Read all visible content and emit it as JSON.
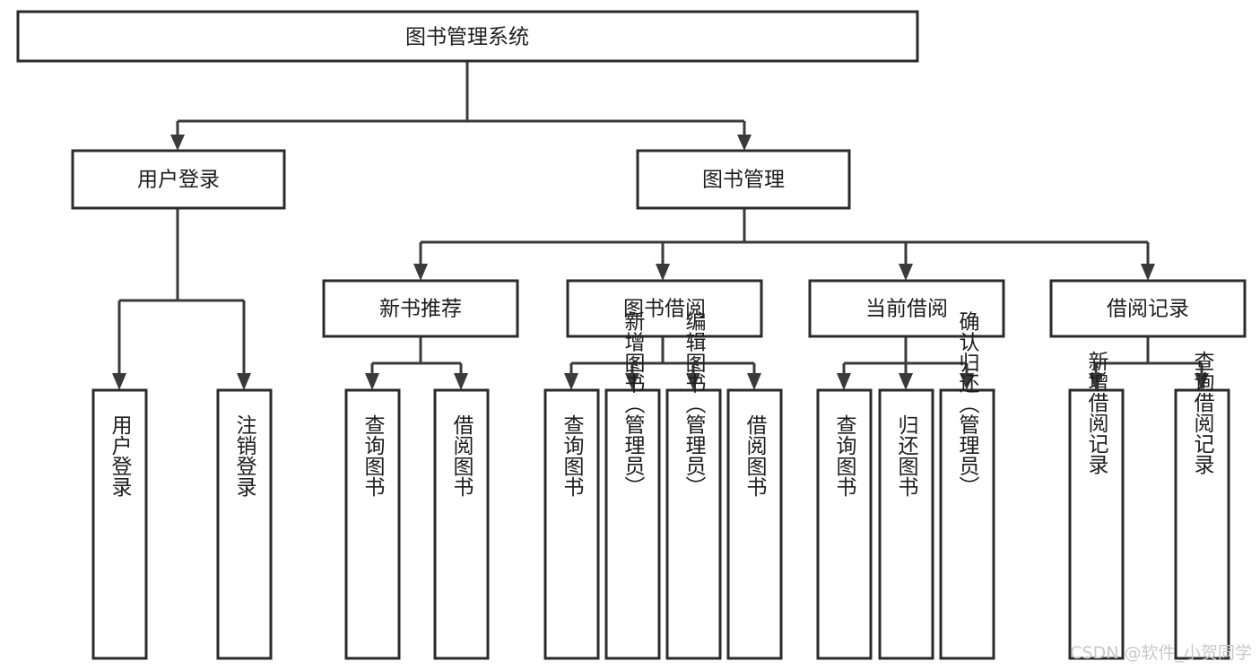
{
  "diagram": {
    "title": "图书管理系统",
    "type": "tree-hierarchy-diagram",
    "colors": {
      "box_border": "#2b2b2b",
      "connector": "#3a3a3a",
      "background": "#ffffff",
      "text": "#1d1d1d",
      "watermark": "#c9c9c9"
    },
    "root": {
      "label": "图书管理系统"
    },
    "level2": [
      {
        "label": "用户登录"
      },
      {
        "label": "图书管理"
      }
    ],
    "level3": [
      {
        "label": "新书推荐"
      },
      {
        "label": "图书借阅"
      },
      {
        "label": "当前借阅"
      },
      {
        "label": "借阅记录"
      }
    ],
    "leaves": {
      "user_login": [
        {
          "label": "用户登录"
        },
        {
          "label": "注销登录"
        }
      ],
      "new_book_recommend": [
        {
          "label": "查询图书"
        },
        {
          "label": "借阅图书"
        }
      ],
      "book_borrow": [
        {
          "label": "查询图书"
        },
        {
          "label": "新增图书（管理员）"
        },
        {
          "label": "编辑图书（管理员）"
        },
        {
          "label": "借阅图书"
        }
      ],
      "current_borrow": [
        {
          "label": "查询图书"
        },
        {
          "label": "归还图书"
        },
        {
          "label": "确认归还（管理员）"
        }
      ],
      "borrow_record": [
        {
          "label": "新增借阅记录"
        },
        {
          "label": "查询借阅记录"
        }
      ]
    },
    "watermark": "CSDN @软件_小贺同学"
  }
}
